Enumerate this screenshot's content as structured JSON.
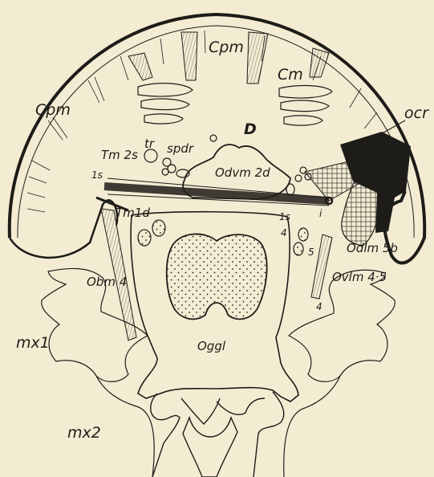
{
  "labels": {
    "cpm_top": "Cpm",
    "cpm_left": "Cpm",
    "cm": "Cm",
    "ocr": "ocr",
    "d": "D",
    "odvm2d": "Odvm 2d",
    "tm2s": "Tm 2s",
    "tr": "tr",
    "spdr": "spdr",
    "one_s_left": "1s",
    "one_s_right": "1s",
    "i": "i",
    "tm1d": "Tm1d",
    "n4_right": "4",
    "n5_right": "5",
    "odlm5b": "Odlm 5b",
    "ovlm45": "Ovlm 4·5",
    "n4_lower": "4",
    "obm4": "Obm 4",
    "mx1": "mx1",
    "ogg1": "Oggl",
    "mx2": "mx2"
  },
  "colors": {
    "paper": "#f3ecd3",
    "ink": "#1e1c18"
  }
}
